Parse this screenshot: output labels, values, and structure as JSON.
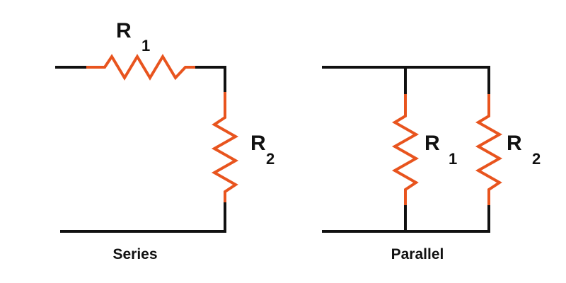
{
  "colors": {
    "wire": "#111111",
    "resistor": "#e8541e",
    "text": "#111111"
  },
  "series": {
    "caption": "Series",
    "r1": {
      "letter": "R",
      "index": "1"
    },
    "r2": {
      "letter": "R",
      "index": "2"
    }
  },
  "parallel": {
    "caption": "Parallel",
    "r1": {
      "letter": "R",
      "index": "1"
    },
    "r2": {
      "letter": "R",
      "index": "2"
    }
  }
}
